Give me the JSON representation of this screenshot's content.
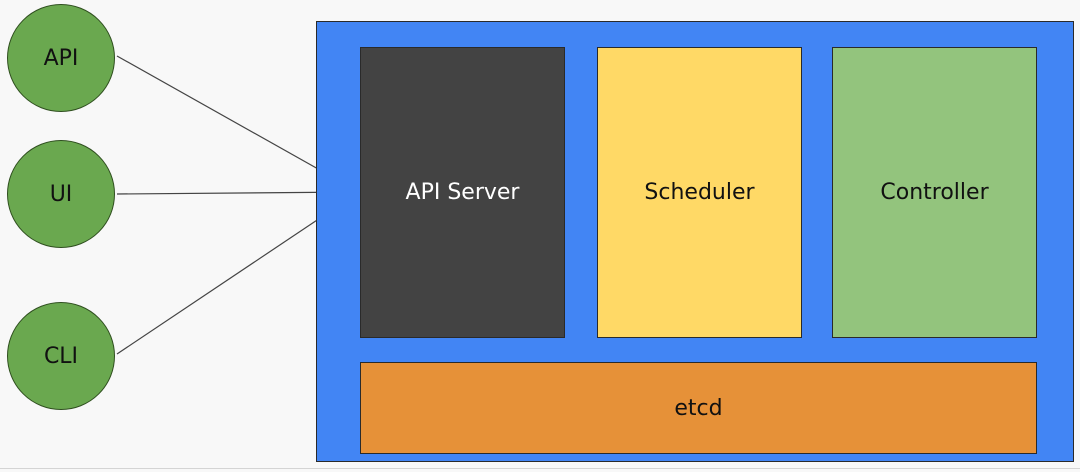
{
  "clients": {
    "api": "API",
    "ui": "UI",
    "cli": "CLI"
  },
  "control_plane": {
    "api_server": "API Server",
    "scheduler": "Scheduler",
    "controller": "Controller",
    "etcd": "etcd"
  },
  "colors": {
    "client_fill": "#6aa84f",
    "control_plane_fill": "#4285f4",
    "api_server_fill": "#434343",
    "scheduler_fill": "#ffd966",
    "controller_fill": "#93c47d",
    "etcd_fill": "#e69138"
  }
}
